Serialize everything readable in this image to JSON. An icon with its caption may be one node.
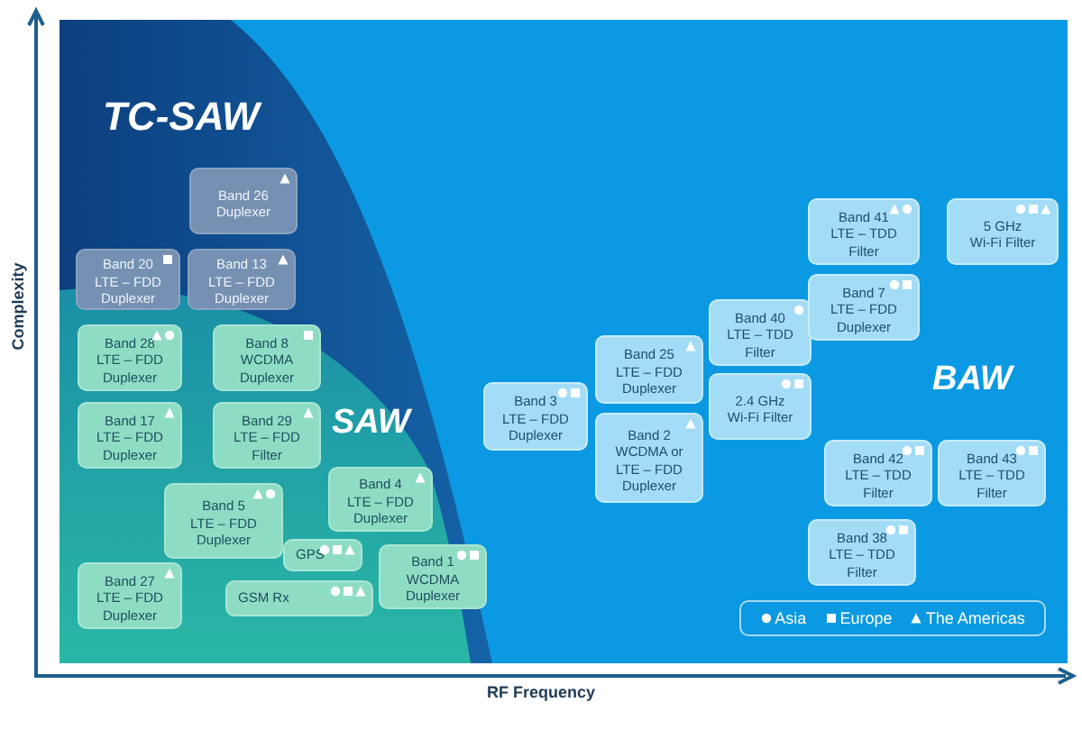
{
  "diagram": {
    "nodes": [
      {
        "text": [
          "Band 26 Duplexer"
        ]
      },
      {
        "text": [
          "Band 20 LTE – FDD Duplexer"
        ]
      },
      {
        "text": [
          "Band 13 LTE – FDD Duplexer"
        ]
      },
      {
        "text": [
          "Band 28 LTE – FDD Duplexer"
        ]
      },
      {
        "text": [
          "Band 8 WCDMA Duplexer"
        ]
      },
      {
        "text": [
          "Band 17 LTE – FDD Duplexer"
        ]
      },
      {
        "text": [
          "Band 29 LTE – FDD Filter"
        ]
      },
      {
        "text": [
          "Band 5 LTE – FDD Duplexer"
        ]
      },
      {
        "text": [
          "GPS"
        ]
      },
      {
        "text": [
          "Band 27 LTE – FDD Duplexer"
        ]
      },
      {
        "text": [
          "GSM Rx"
        ]
      },
      {
        "text": [
          "Band 4 LTE – FDD Duplexer"
        ]
      },
      {
        "text": [
          "Band 1 WCDMA Duplexer"
        ]
      },
      {
        "text": [
          "Band 3 LTE – FDD Duplexer"
        ]
      },
      {
        "text": [
          "Band 25 LTE – FDD Duplexer"
        ]
      },
      {
        "text": [
          "Band 2 WCDMA or LTE – FDD Duplexer"
        ]
      },
      {
        "text": [
          "Band 40 LTE – TDD Filter"
        ]
      },
      {
        "text": [
          "2.4 GHz Wi-Fi Filter"
        ]
      },
      {
        "text": [
          "Band 41 LTE – TDD Filter"
        ]
      },
      {
        "text": [
          "5 GHz Wi-Fi Filter"
        ]
      },
      {
        "text": [
          "Band 7 LTE – FDD Duplexer"
        ]
      },
      {
        "text": [
          "Band 42 LTE – TDD Filter"
        ]
      },
      {
        "text": [
          "Band 43 LTE – TDD Filter"
        ]
      },
      {
        "text": [
          "Band 38 LTE – TDD Filter"
        ]
      }
    ],
    "edges": [],
    "labels": [
      "TC-SAW",
      "SAW",
      "BAW",
      "Complexity",
      "RF Frequency"
    ],
    "legend": [
      {
        "text": "Asia"
      },
      {
        "text": "Europe"
      },
      {
        "text": "The Americas"
      }
    ]
  }
}
